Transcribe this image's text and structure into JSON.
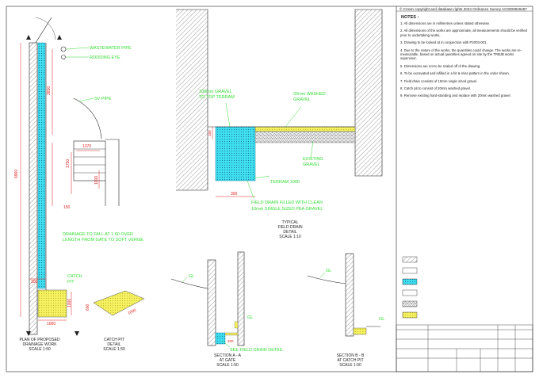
{
  "copyright": "© Crown copyright and database rights 2024 Ordnance Survey AC0000849487",
  "notes": {
    "heading": "NOTES :",
    "items": [
      "1. All dimensions are in millimetres unless stated otherwise.",
      "2. All dimensions of the works are approximate, all measurements should be verified prior to undertaking works.",
      "3. Drawing to be looked at in conjunction with P2003-001.",
      "4. Due to the nature of the works, the quantities could change. The works are re-measurable, based on actual quantities agreed on site by the TRBJB works supervisor.",
      "5. Dimensions are not to be scaled off of the drawing.",
      "6. To be excavated and infilled in a hit & miss pattern in the order shown.",
      "7. Field drain consists of 10mm single sized gravel.",
      "8. Catch pit to consist of 20mm washed gravel.",
      "9. Remove existing hard-standing and replace with 20mm washed gravel."
    ]
  },
  "plan": {
    "labels": {
      "wastewater": "WASTEWATER PIPE",
      "rodding": "RODDING EYE",
      "sv_pipe": "SV PIPE",
      "drainage_1": "DRAINAGE TO FALL AT 1:60 OVER",
      "drainage_2": "LENGTH FROM GATE TO SOFT VERGE",
      "catch_1": "CATCH",
      "catch_2": "PIT"
    },
    "dims": {
      "d6960": "6960",
      "d3650": "3650",
      "d1370": "1370",
      "d1750": "1750",
      "d1000v": "1000",
      "d150": "150",
      "d300": "300",
      "d1000h": "1000",
      "d1000b": "1000"
    },
    "title": "PLAN OF PROPOSED",
    "title2": "DRAINAGE WORK",
    "scale": "SCALE 1:50"
  },
  "catch_pit": {
    "dim_600": "600",
    "dim_1000": "1000",
    "title": "CATCH PIT",
    "title2": "DETAIL",
    "scale": "SCALE 1:50"
  },
  "field_drain": {
    "gravel_left_1": "100mm GRAVEL",
    "gravel_left_2": "TO TOP TERRAM",
    "gravel_right_1": "20mm WASHED",
    "gravel_right_2": "GRAVEL",
    "existing_1": "EXISTING",
    "existing_2": "GRAVEL",
    "terram": "TERRAM 1000",
    "filled_1": "FIELD DRAIN FILLED WITH CLEAN",
    "filled_2": "10mm SINGLE SIZED PEA GRAVEL",
    "dim_300": "300",
    "dim_150": "150",
    "title": "TYPICAL",
    "title2": "FIELD DRAIN",
    "title3": "DETAIL",
    "scale": "SCALE 1:10"
  },
  "section_a": {
    "gl_left": "GL",
    "gl_right": "GL",
    "dim_400": "400",
    "see_detail": "SEE FIELD DRAIN DETAIL",
    "title": "SECTION A - A",
    "title2": "AT GATE",
    "scale": "SCALE 1:50"
  },
  "section_b": {
    "gl_left": "GL",
    "gl_right": "GL",
    "title": "SECTION B - B",
    "title2": "AT CATCH PIT",
    "scale": "SCALE 1:50"
  },
  "colors": {
    "green_text": "#33dd33",
    "cyan_fill": "#40e0f0",
    "yellow_fill": "#f4f060",
    "dim_red": "#e02020",
    "line": "#222222"
  }
}
